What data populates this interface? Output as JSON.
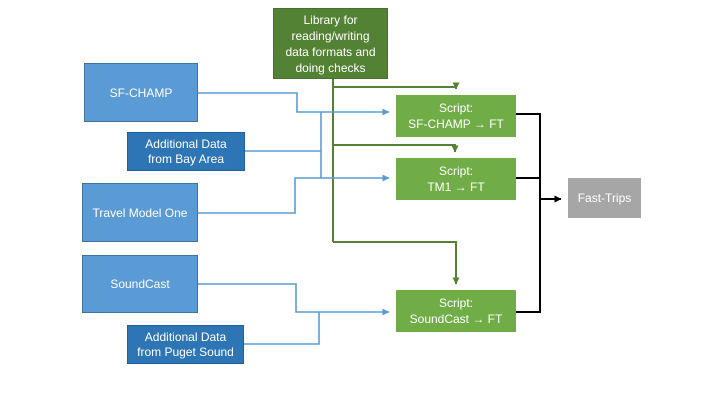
{
  "colors": {
    "library_green": "#548235",
    "script_green": "#70AD47",
    "model_blue": "#5B9BD5",
    "data_blue": "#2E75B6",
    "output_gray": "#A6A6A6",
    "connector_blue": "#5B9BD5",
    "connector_green": "#548235",
    "connector_black": "#000000"
  },
  "diagram": {
    "library": {
      "label": "Library for\nreading/writing\ndata formats and\ndoing checks"
    },
    "sf_champ": {
      "label": "SF-CHAMP"
    },
    "bay_area": {
      "label": "Additional Data\nfrom Bay Area"
    },
    "travel_model_one": {
      "label": "Travel Model One"
    },
    "soundcast": {
      "label": "SoundCast"
    },
    "puget_sound": {
      "label": "Additional Data\nfrom Puget Sound"
    },
    "script_sf_champ": {
      "label": "Script:\nSF-CHAMP → FT"
    },
    "script_tm1": {
      "label": "Script:\nTM1 → FT"
    },
    "script_soundcast": {
      "label": "Script:\nSoundCast → FT"
    },
    "fast_trips": {
      "label": "Fast-Trips"
    }
  }
}
